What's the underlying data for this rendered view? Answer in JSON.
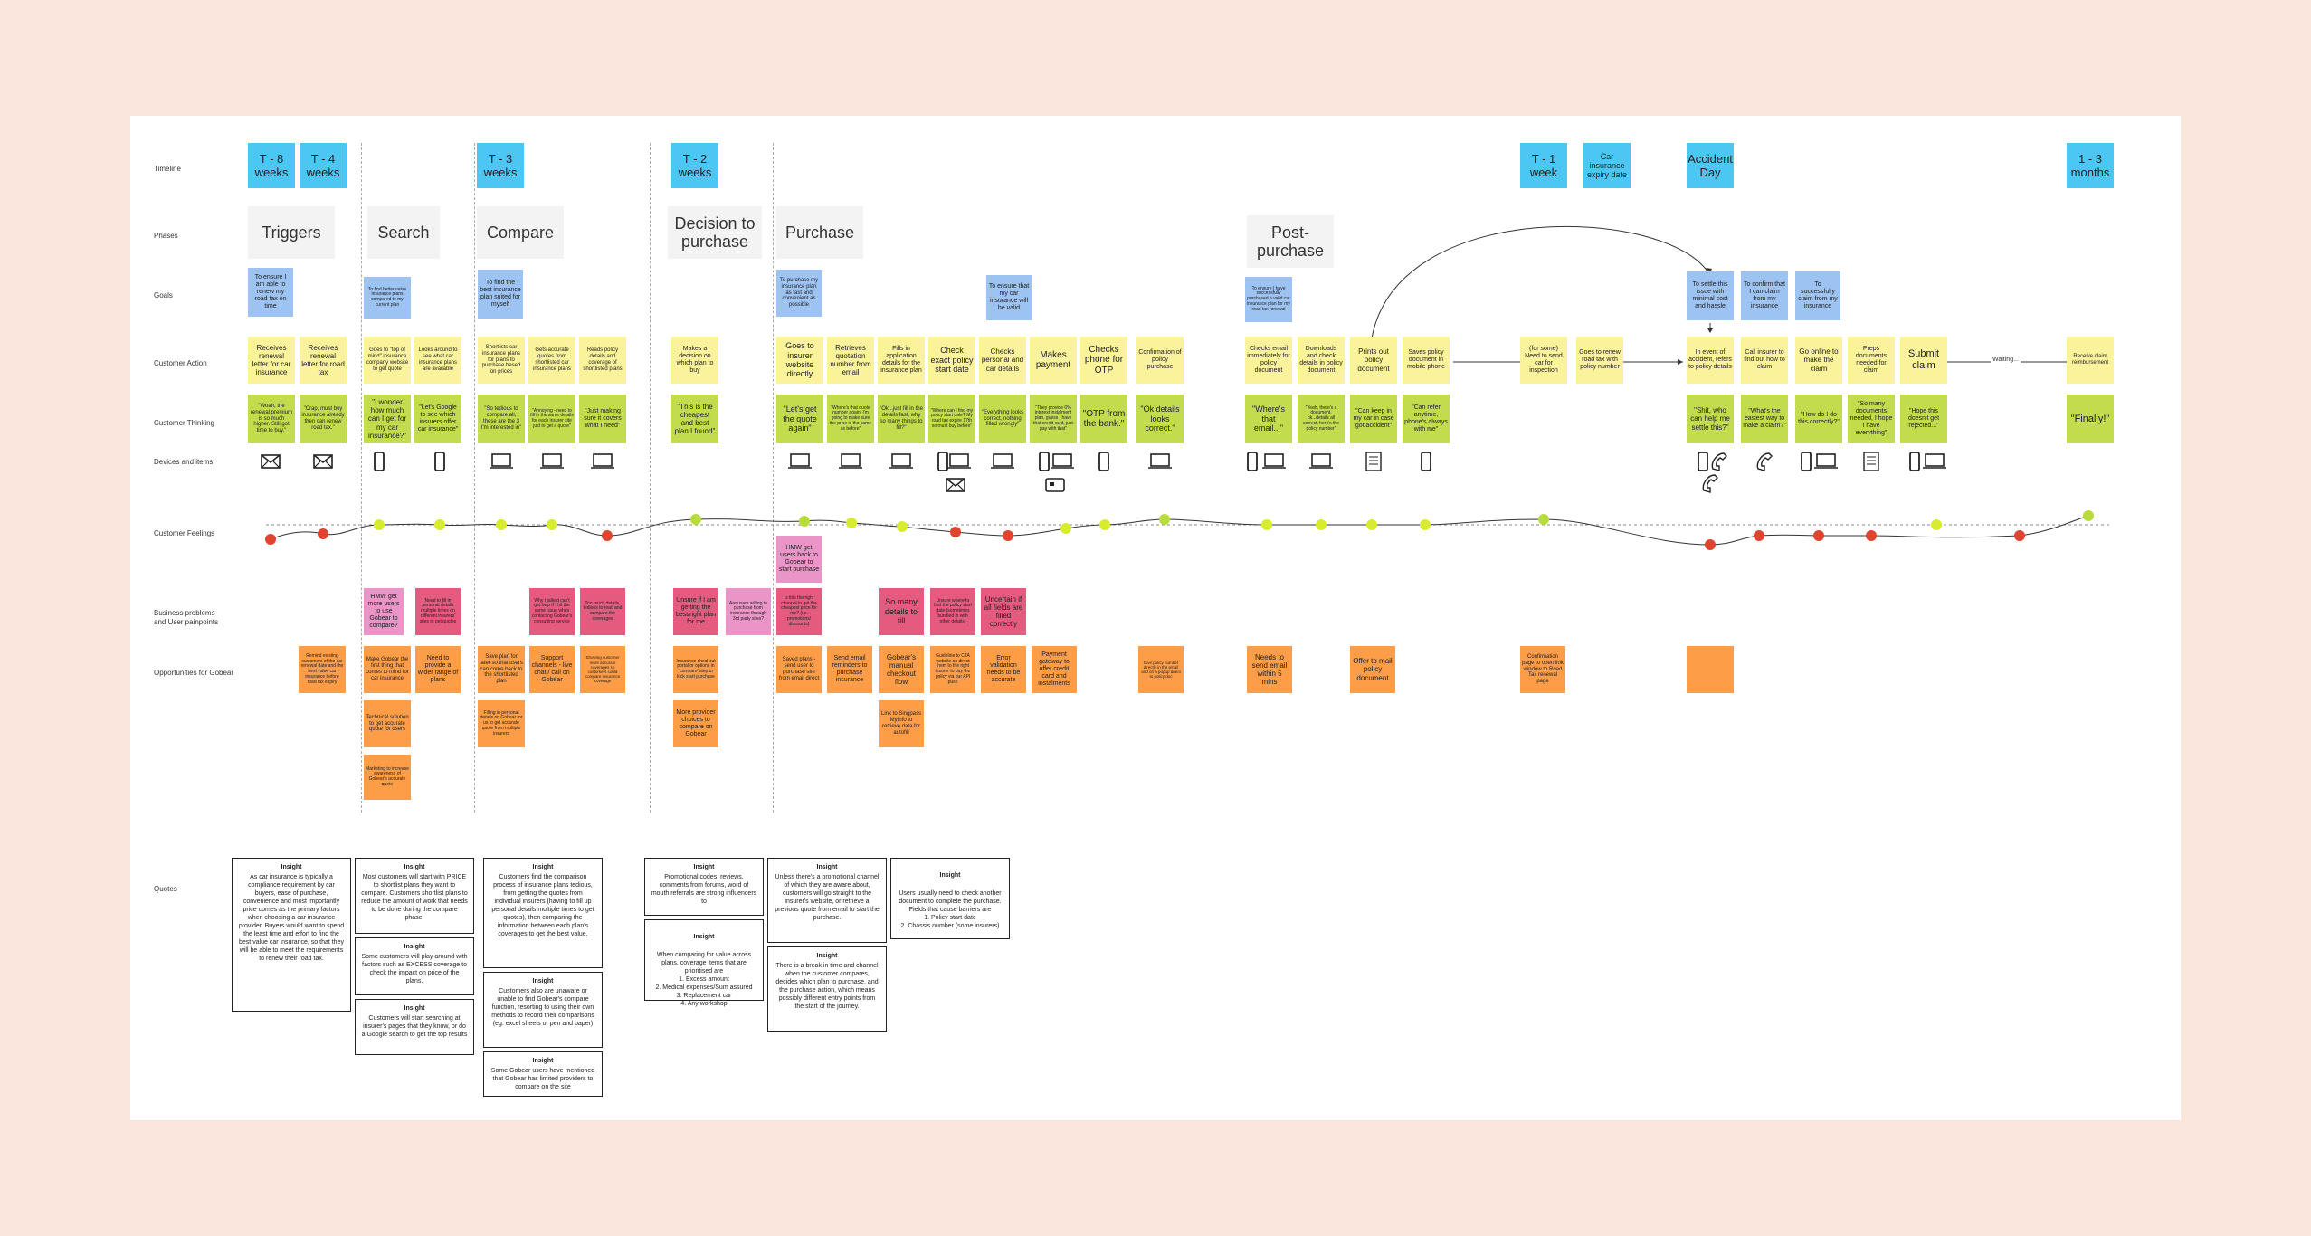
{
  "rows": {
    "timeline": "Timeline",
    "phases": "Phases",
    "goals": "Goals",
    "action": "Customer Action",
    "thinking": "Customer Thinking",
    "devices": "Devices and items",
    "feelings": "Customer Feelings",
    "problems": "Business problems and User painpoints",
    "opportunities": "Opportunities for Gobear",
    "quotes": "Quotes"
  },
  "timeline": {
    "t8": "T - 8 weeks",
    "t4": "T - 4 weeks",
    "t3": "T - 3 weeks",
    "t2": "T - 2 weeks",
    "t1": "T - 1 week",
    "expiry": "Car insurance expiry date",
    "accident": "Accident Day",
    "after": "1 - 3 months"
  },
  "phases": {
    "triggers": "Triggers",
    "search": "Search",
    "compare": "Compare",
    "decision": "Decision to purchase",
    "purchase": "Purchase",
    "post": "Post-purchase"
  },
  "goals": {
    "g1": "To ensure I am able to renew my road tax on time",
    "g2": "To find better value insurance plans compared to my current plan",
    "g3": "To find the best insurance plan suited for myself",
    "g4": "To purchase my insurance plan as fast and convenient as possible",
    "g5": "To ensure that my car insurance will be valid",
    "g6": "To ensure I have successfully purchased a valid car insurance plan for my road tax renewal",
    "g7": "To settle this issue with minimal cost and hassle",
    "g8": "To confirm that I can claim from my insurance",
    "g9": "To successfully claim from my insurance"
  },
  "actions": {
    "a1": "Receives renewal letter for car insurance",
    "a2": "Receives renewal letter for road tax",
    "a3": "Goes to \"top of mind\" insurance company website to get quote",
    "a4": "Looks around to see what car insurance plans are available",
    "a5": "Shortlists car insurance plans for plans to purchase based on prices",
    "a6": "Gets accurate quotes from shortlisted car insurance plans",
    "a7": "Reads policy details and coverage of shortlisted plans",
    "a8": "Makes a decision on which plan to buy",
    "a9": "Goes to insurer website directly",
    "a10": "Retrieves quotation number from email",
    "a11": "Fills in application details for the insurance plan",
    "a12": "Check exact policy start date",
    "a13": "Checks personal and car details",
    "a14": "Makes payment",
    "a15": "Checks phone for OTP",
    "a16": "Confirmation of policy purchase",
    "a17": "Checks email immediately for policy document",
    "a18": "Downloads and check details in policy document",
    "a19": "Prints out policy document",
    "a20": "Saves policy document in mobile phone",
    "a21": "(for some) Need to send car for inspection",
    "a22": "Goes to renew road tax with policy number",
    "a23": "In event of accident, refers to policy details",
    "a24": "Call insurer to find out how to claim",
    "a25": "Go online to make the claim",
    "a26": "Preps documents needed for claim",
    "a27": "Submit claim",
    "waiting": "Waiting...",
    "a28": "Receive claim reimbursement"
  },
  "thinking": {
    "t1": "\"Woah, the renewal premium is so much higher. Still got time to buy.\"",
    "t2": "\"Crap, must buy insurance already then can renew road tax.\"",
    "t3": "\"I wonder how much can I get for my car insurance?\"",
    "t4": "\"Let's Google to see which insurers offer car insurance\"",
    "t5": "\"So tedious to compare all, these are the 3 I'm interested in\"",
    "t6": "\"Annoying - need to fill in the same details for each insurer site just to get a quote\"",
    "t7": "\"Just making sure it covers what I need\"",
    "t8": "\"This is the cheapest and best plan I found\"",
    "t9": "\"Let's get the quote again\"",
    "t10": "\"Where's that quote number again, I'm going to make sure the price is the same as before\"",
    "t11": "\"Ok...just fill in the details fast, why so many things to fill?\"",
    "t12": "\"Where can I find my policy start date? My road tax expire 17th so must buy before\"",
    "t13": "\"Everything looks correct, nothing filled wrongly\"",
    "t14": "\"They provide 0% interest instalment plan, guess I have that credit card, just pay with that\"",
    "t15": "\"OTP from the bank.\"",
    "t16": "\"Ok details looks correct.\"",
    "t17": "\"Where's that email...\"",
    "t18": "\"Yeah, there's a document, ok...details all correct, here's the policy number\"",
    "t19": "\"Can keep in my car in case got accident\"",
    "t20": "\"Can refer anytime, phone's always with me\"",
    "t21": "\"Shit, who can help me settle this?\"",
    "t22": "\"What's the easiest way to make a claim?\"",
    "t23": "\"How do I do this correctly?\"",
    "t24": "\"So many documents needed, I hope I have everything\"",
    "t25": "\"Hope this doesn't get rejected...\"",
    "t26": "\"Finally!\""
  },
  "problems": {
    "p1": "HMW get more users to use Gobear to compare?",
    "p2": "Need to fill in personal details multiple times on different insurers' sites to get quotes",
    "p3": "Why I talked can't get help if I hit the same issue when contacting Gobear's consulting service",
    "p4": "Too much details, tedious to read and compare the coverages",
    "p5": "Unsure if I am getting the best/right plan for me",
    "p6": "Are users willing to purchase from insurance through 3rd party sites?",
    "p7": "Is this the right channel to get the cheapest price for me? (i.e. promotions/ discounts)",
    "p8": "HMW get users back to Gobear to start purchase",
    "p9": "So many details to fill",
    "p10": "Unsure where to find the policy start date (sometimes bundled in with other details)",
    "p11": "Uncertain if all fields are filled correctly"
  },
  "opps": {
    "o1": "Remind existing customers of the car renewal date and the best value car insurance before road tax expiry",
    "o2": "Make Gobear the first thing that comes to mind for car insurance",
    "o3": "Need to provide a wider range of plans",
    "o4": "Technical solution to get accurate quote for users",
    "o5": "Marketing to increase awareness of Gobear's accurate quote",
    "o6": "Save plan for later so that users can come back to the shortlisted plan",
    "o7": "Support channels - live chat / call on Gobear",
    "o8": "Showing customer more accurate coverages so customers could compare insurance coverage",
    "o9": "Filling in personal details on Gobear for us to get accurate quote from multiple insurers",
    "o10": "Insurance checkout portal or options in 'compare' step to kick start purchase",
    "o11": "More provider choices to compare on Gobear",
    "o12": "Saved plans - send user to purchase site from email direct",
    "o13": "Send email reminders to purchase insurance",
    "o14": "Gobear's manual checkout flow",
    "o15": "Link to Singpass MyInfo to retrieve data for autofill",
    "o16": "Guideline to CTA website so direct them to the right insurer to buy the policy via our API push",
    "o17": "Error validation needs to be accurate",
    "o18": "Payment gateway to offer credit card and instalments",
    "o19": "Give policy number directly in the email and on a popup direct to policy doc",
    "o20": "Needs to send email within 5 mins",
    "o21": "Offer to mail policy document",
    "o22": "Confirmation page to open link window to Road Tax renewal page",
    "o23": ""
  },
  "insights": {
    "title": "Insight",
    "i1": "As car insurance is typically a compliance requirement by car buyers, ease of purchase, convenience and most importantly price comes as the primary factors when choosing a car insurance provider. Buyers would want to spend the least time and effort to find the best value car insurance, so that they will be able to meet the requirements to renew their road tax.",
    "i2": "Most customers will start with PRICE to shortlist plans they want to compare. Customers shortlist plans to reduce the amount of work that needs to be done during the compare phase.",
    "i3": "Some customers will play around with factors such as EXCESS coverage to check the impact on price of the plans.",
    "i4": "Customers will start searching at insurer's pages that they know, or do a Google search to get the top results",
    "i5": "Customers find the comparison process of insurance plans tedious, from getting the quotes from individual insurers (having to fill up personal details multiple times to get quotes), then comparing the information between each plan's coverages to get the best value.",
    "i6": "Customers also are unaware or unable to find Gobear's compare function, resorting to using their own methods to record their comparisons (eg. excel sheets or pen and paper)",
    "i7": "Some Gobear users have mentioned that Gobear has limited providers to compare on the site",
    "i8": "Promotional codes, reviews, comments from forums, word of mouth referrals are strong influencers to",
    "i9": "When comparing for value across plans, coverage items that are prioritised are\n1. Excess amount\n2. Medical expenses/Sum assured\n3. Replacement car\n4. Any workshop",
    "i10": "Unless there's a promotional channel of which they are aware about, customers will go straight to the insurer's website, or retrieve a previous quote from email to start the purchase.",
    "i11": "There is a break in time and channel when the customer compares, decides which plan to purchase, and the purchase action, which means possibly different entry points from the start of the journey.",
    "i12": "Users usually need to check another document to complete the purchase. Fields that cause barriers are\n1. Policy start date\n2. Chassis number (some insurers)"
  }
}
